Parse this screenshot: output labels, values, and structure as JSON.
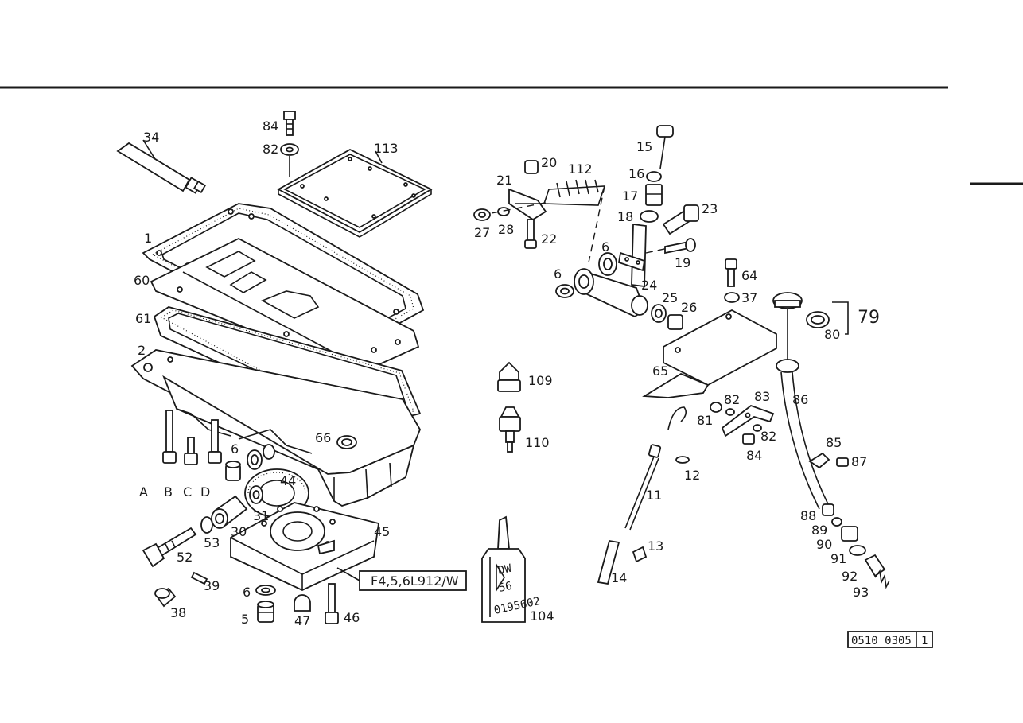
{
  "callouts": {
    "p34": "34",
    "p84a": "84",
    "p82a": "82",
    "p113": "113",
    "p1": "1",
    "p60": "60",
    "p61": "61",
    "p2": "2",
    "p66": "66",
    "p6a": "6",
    "p44": "44",
    "pA": "A",
    "pB": "B",
    "pC": "C",
    "pD": "D",
    "p31": "31",
    "p30": "30",
    "p45": "45",
    "p53": "53",
    "p52": "52",
    "p39": "39",
    "p38": "38",
    "p6b": "6",
    "p5": "5",
    "p47": "47",
    "p46": "46",
    "p20": "20",
    "p21": "21",
    "p112": "112",
    "p27": "27",
    "p28": "28",
    "p22": "22",
    "p15": "15",
    "p16": "16",
    "p17": "17",
    "p18": "18",
    "p23": "23",
    "p19": "19",
    "p6c": "6",
    "p6d": "6",
    "p24": "24",
    "p25": "25",
    "p26": "26",
    "p64": "64",
    "p37": "37",
    "p79": "79",
    "p80": "80",
    "p65": "65",
    "p109": "109",
    "p110": "110",
    "p104": "104",
    "p86": "86",
    "p81": "81",
    "p82b": "82",
    "p83": "83",
    "p82c": "82",
    "p84b": "84",
    "p12": "12",
    "p11": "11",
    "p13": "13",
    "p14": "14",
    "p85": "85",
    "p87": "87",
    "p88": "88",
    "p89": "89",
    "p90": "90",
    "p91": "91",
    "p92": "92",
    "p93": "93"
  },
  "variant_label": "F4,5,6L912/W",
  "bottle_label": [
    "DW",
    "56",
    "0195602"
  ],
  "drawing_number": "0510 0305",
  "drawing_sheet": "1"
}
